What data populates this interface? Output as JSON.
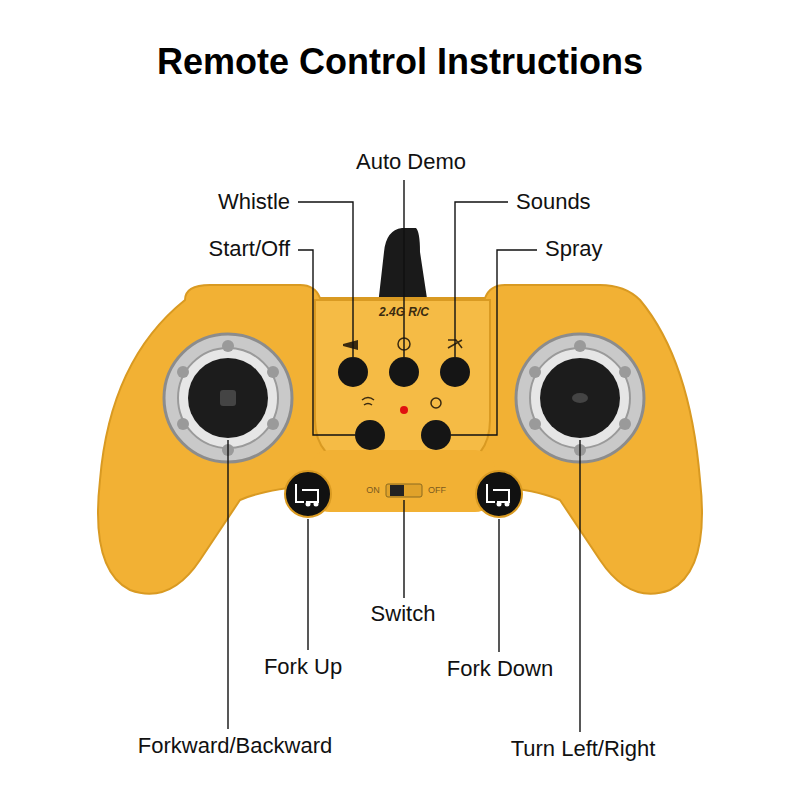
{
  "diagram": {
    "title": "Remote Control Instructions",
    "labels": [
      "Auto Demo",
      "Whistle",
      "Sounds",
      "Start/Off",
      "Spray",
      "2.4G R/C",
      "ON",
      "OFF",
      "Switch",
      "Fork Up",
      "Fork Down",
      "Forkward/Backward",
      "Turn Left/Right"
    ]
  }
}
